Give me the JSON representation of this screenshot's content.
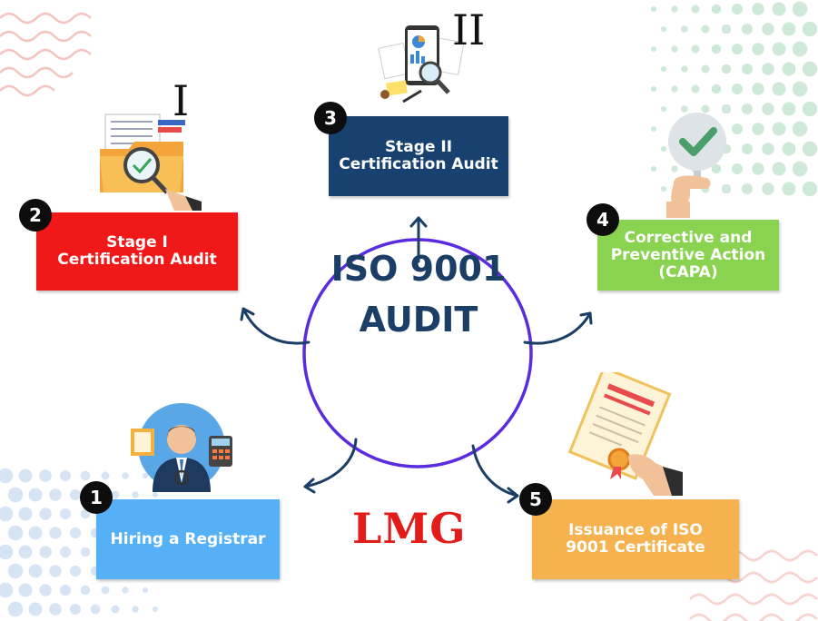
{
  "center": {
    "line1": "ISO 9001",
    "line2": "AUDIT"
  },
  "steps": [
    {
      "number": "1",
      "lines": [
        "Hiring a Registrar"
      ],
      "color": "#56b0f5"
    },
    {
      "number": "2",
      "lines": [
        "Stage I",
        "Certification Audit"
      ],
      "color": "#f01818"
    },
    {
      "number": "3",
      "lines": [
        "Stage II",
        "Certification Audit"
      ],
      "color": "#17416e"
    },
    {
      "number": "4",
      "lines": [
        "Corrective and",
        "Preventive Action",
        "(CAPA)"
      ],
      "color": "#8ad350"
    },
    {
      "number": "5",
      "lines": [
        "Issuance of ISO",
        "9001 Certificate"
      ],
      "color": "#f6b24f"
    }
  ],
  "roman_labels": {
    "stage1": "I",
    "stage2": "II"
  },
  "logo": "LMG",
  "colors": {
    "circle": "#5b2be0",
    "arrows": "#1b3e66",
    "title": "#1b3e66"
  },
  "icons": {
    "step1": "businessman-with-calculator-icon",
    "step2": "folder-with-magnifier-icon",
    "step3": "report-with-magnifier-icon",
    "step4": "checkmark-sign-icon",
    "step5": "certificate-with-seal-icon"
  }
}
